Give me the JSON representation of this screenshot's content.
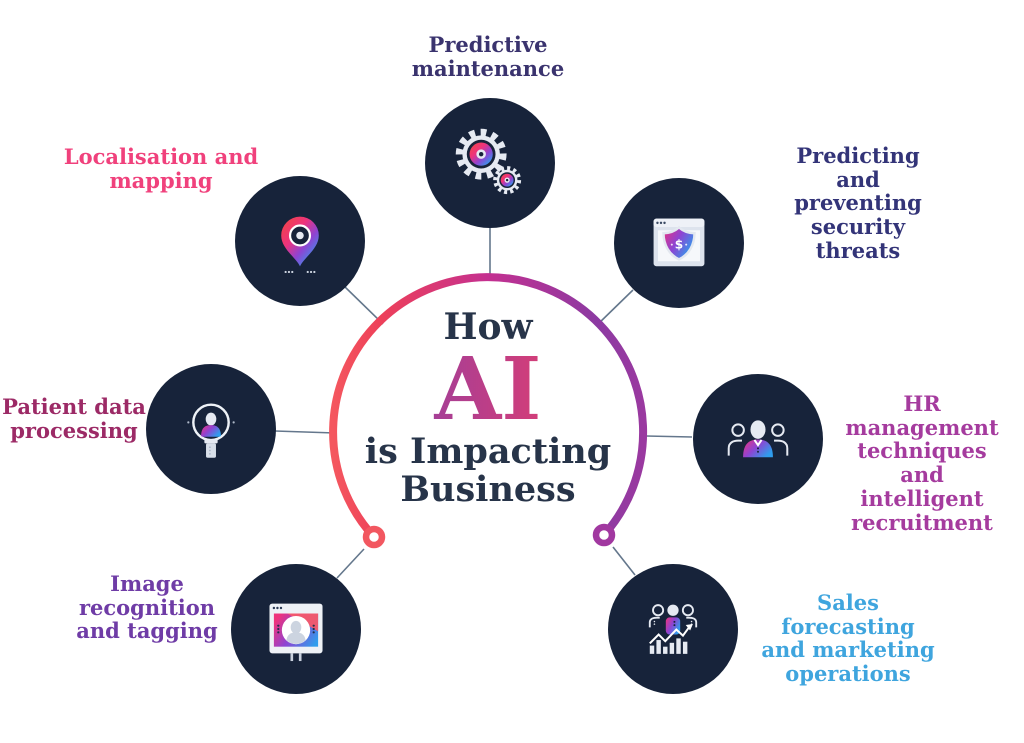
{
  "center": {
    "heading_top": "How",
    "heading_ai": "AI",
    "heading_bottom": "is Impacting\nBusiness"
  },
  "nodes": [
    {
      "id": "predictive-maintenance",
      "label": "Predictive\nmaintenance",
      "color": "#3a336e",
      "icon": "gears-icon"
    },
    {
      "id": "security-threats",
      "label": "Predicting and\npreventing security\nthreats",
      "color": "#333478",
      "icon": "shield-browser-icon",
      "icon_glyph": "$"
    },
    {
      "id": "hr-management",
      "label": "HR management\ntechniques and\nintelligent\nrecruitment",
      "color": "#a53b9e",
      "icon": "people-icon"
    },
    {
      "id": "sales-forecasting",
      "label": "Sales forecasting\nand marketing\noperations",
      "color": "#3fa5de",
      "icon": "people-bar-chart-icon"
    },
    {
      "id": "image-recognition",
      "label": "Image\nrecognition\nand tagging",
      "color": "#6f3ca6",
      "icon": "image-browser-icon"
    },
    {
      "id": "patient-data",
      "label": "Patient data\nprocessing",
      "color": "#9c2a66",
      "icon": "magnifier-person-icon"
    },
    {
      "id": "localisation-mapping",
      "label": "Localisation and\nmapping",
      "color": "#f0417c",
      "icon": "map-pin-icon"
    }
  ],
  "colors": {
    "node-fill": "#17233a",
    "connector": "#64778c",
    "center-text": "#273449",
    "ai-left": "#8a3fa8",
    "ai-right": "#ef3e66",
    "arc-0": "#f4575f",
    "arc-1": "#ee4059",
    "arc-2": "#c43090",
    "arc-3": "#8c3aa2",
    "arc-4": "#9a39a0",
    "ring-left": "#f25760",
    "ring-right": "#a138a0",
    "icon-pink": "#ee337c",
    "icon-purple": "#8f43d2",
    "icon-blue": "#2f9ded",
    "icon-red": "#f0434a",
    "icon-light": "#e6eaf2"
  }
}
